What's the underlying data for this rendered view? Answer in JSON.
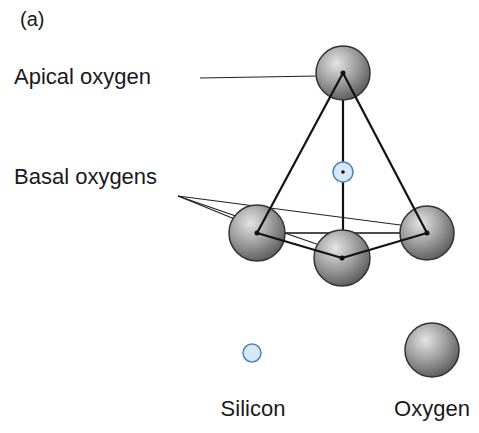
{
  "diagram": {
    "labels": [
      "(a)",
      "Apical oxygen",
      "Basal oxygens"
    ],
    "legend": [
      {
        "text": "Silicon"
      },
      {
        "text": "Oxygen"
      }
    ]
  }
}
